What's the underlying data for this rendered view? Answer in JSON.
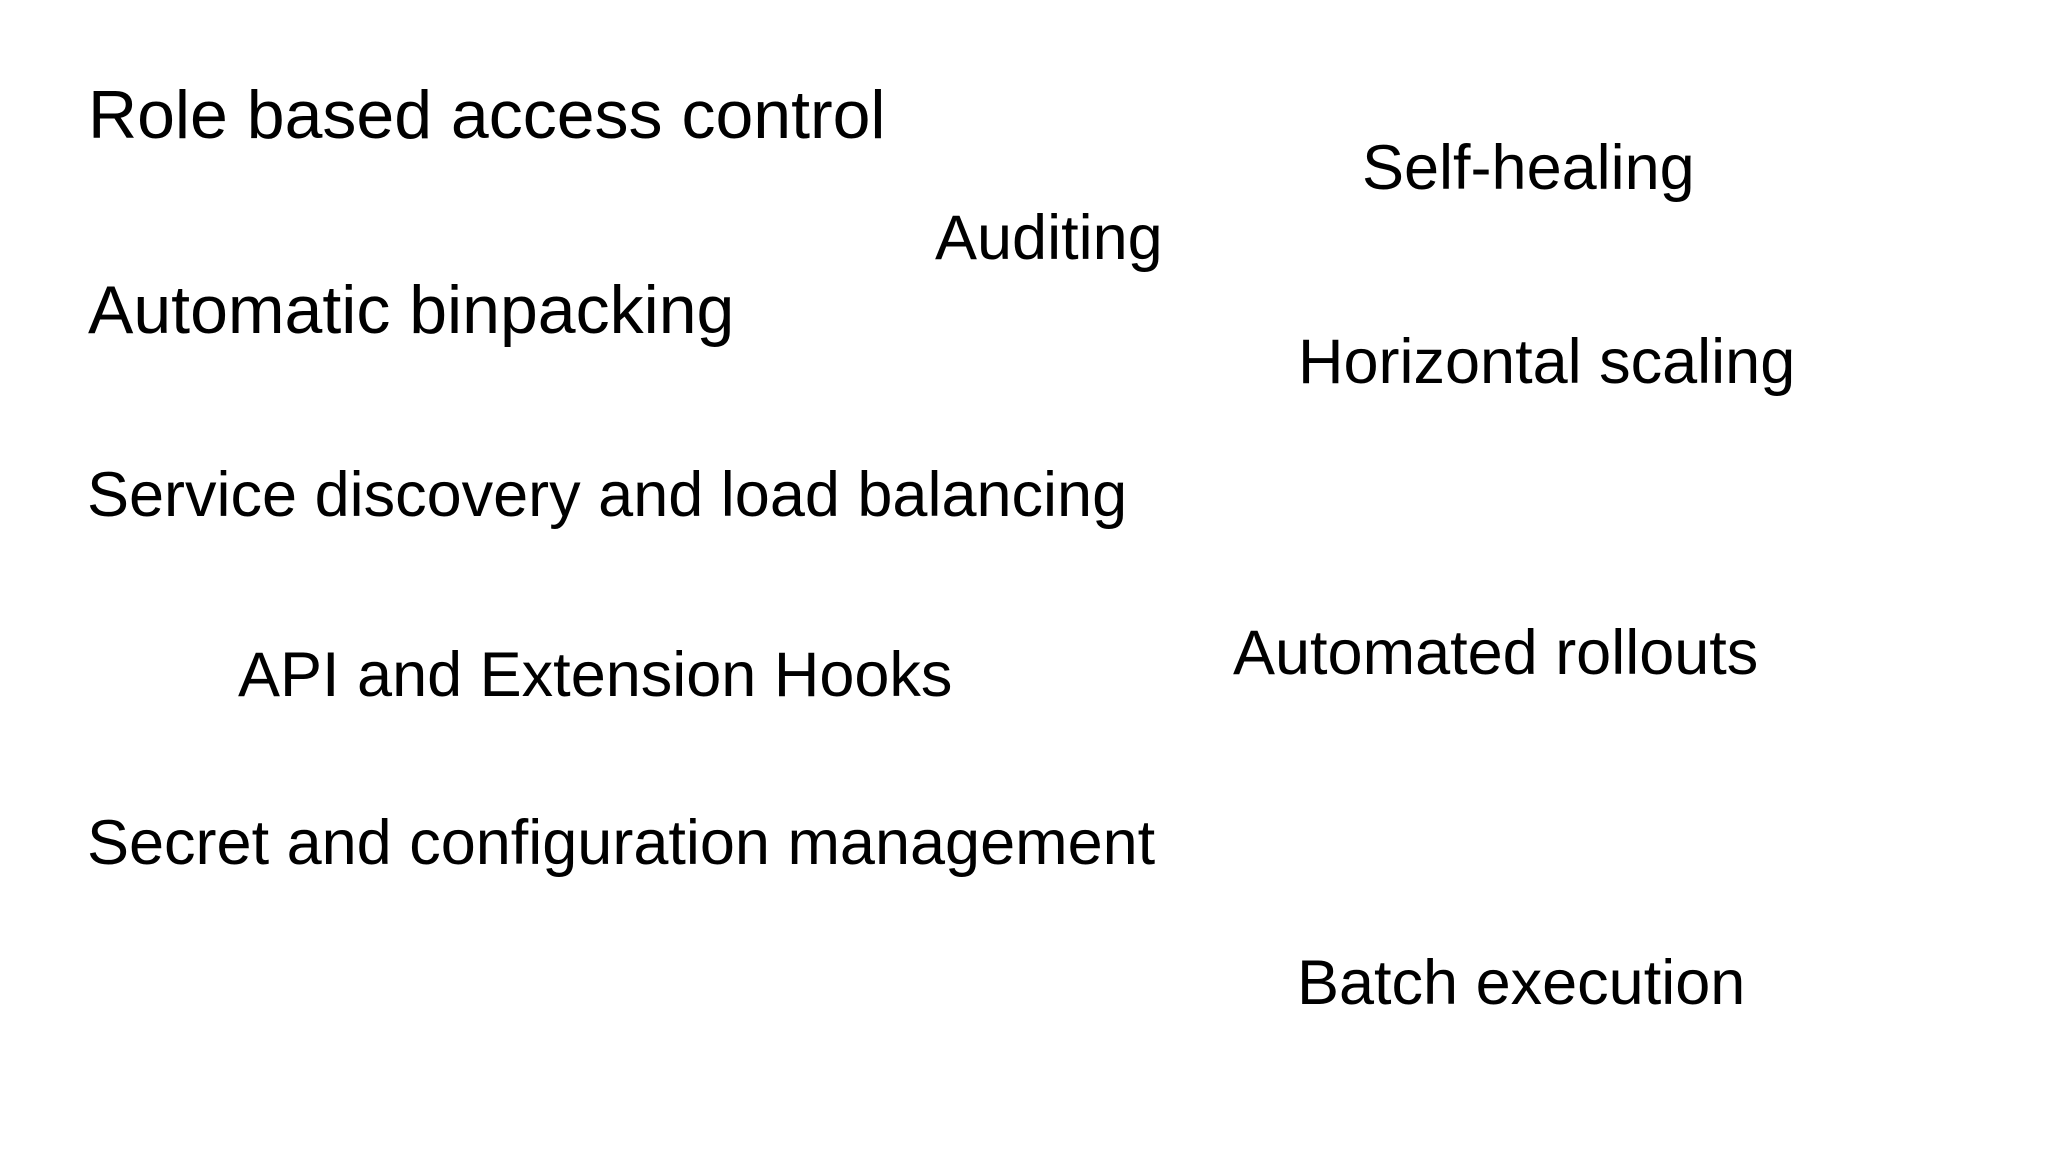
{
  "slide": {
    "background_color": "#ffffff",
    "text_color": "#000000",
    "features": [
      {
        "text": "Role based access control"
      },
      {
        "text": "Self-healing"
      },
      {
        "text": "Auditing"
      },
      {
        "text": "Automatic binpacking"
      },
      {
        "text": "Horizontal scaling"
      },
      {
        "text": "Service discovery and load balancing"
      },
      {
        "text": "API and Extension Hooks"
      },
      {
        "text": "Automated rollouts"
      },
      {
        "text": "Secret and configuration management"
      },
      {
        "text": "Batch execution"
      }
    ]
  }
}
